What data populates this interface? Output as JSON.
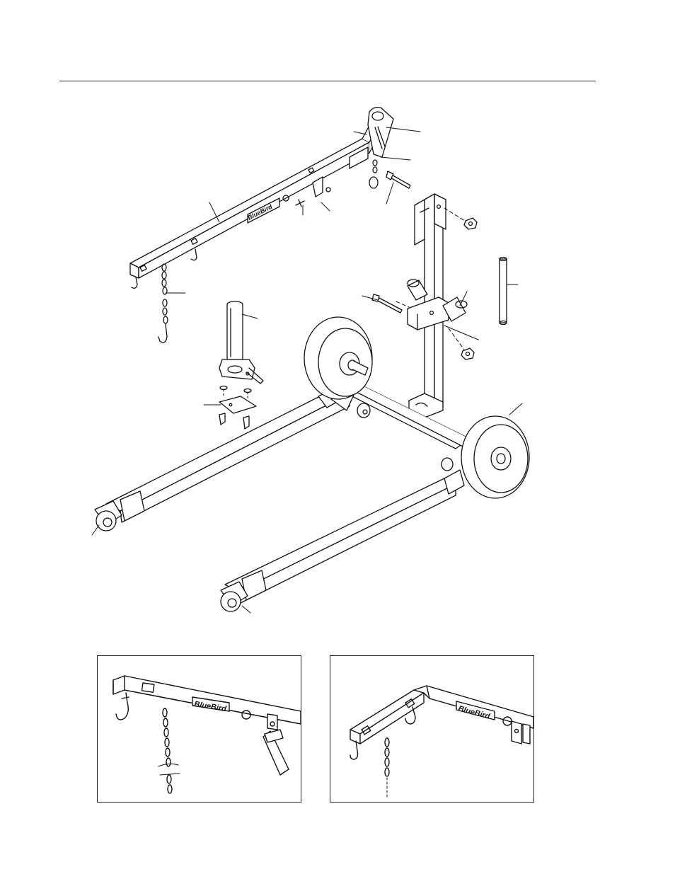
{
  "page": {
    "logo_text": "BlueBird",
    "insets": [
      {
        "name": "short-boom-position"
      },
      {
        "name": "extended-boom-position"
      }
    ]
  }
}
